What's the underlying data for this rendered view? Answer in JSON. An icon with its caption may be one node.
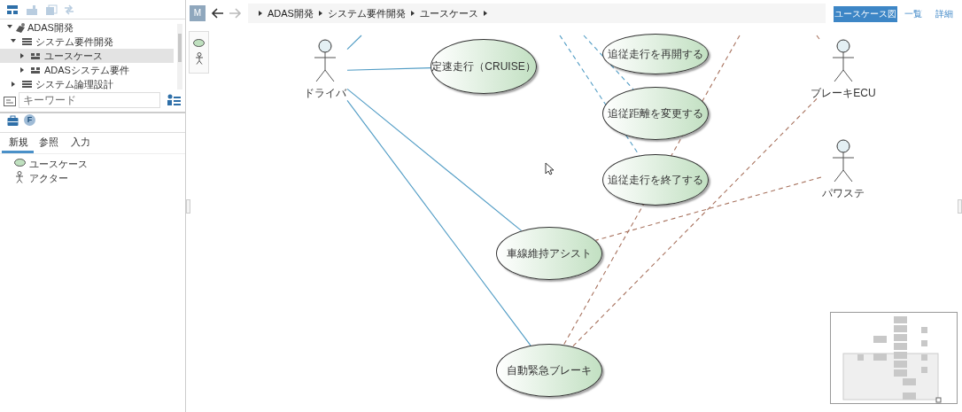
{
  "diagram": {
    "nodes": [
      {
        "text": [
          "ドライバ"
        ]
      },
      {
        "text": [
          "定速走行（CRUISE）"
        ]
      },
      {
        "text": [
          "追従走行を再開する"
        ]
      },
      {
        "text": [
          "追従距離を変更する"
        ]
      },
      {
        "text": [
          "追従走行を終了する"
        ]
      },
      {
        "text": [
          "車線維持アシスト"
        ]
      },
      {
        "text": [
          "自動緊急ブレーキ"
        ]
      },
      {
        "text": [
          "ブレーキECU"
        ]
      },
      {
        "text": [
          "パワステ"
        ]
      }
    ],
    "edges": [
      {
        "from": 0,
        "to": null,
        "arrow": "none"
      },
      {
        "from": 0,
        "to": 1,
        "arrow": "none"
      },
      {
        "from": 0,
        "to": 5,
        "arrow": "none"
      },
      {
        "from": 0,
        "to": 6,
        "arrow": "none"
      },
      {
        "from": null,
        "to": 4,
        "arrow": "none",
        "style": "dashed"
      },
      {
        "from": null,
        "to": 3,
        "arrow": "none",
        "style": "dashed"
      },
      {
        "from": null,
        "to": 6,
        "arrow": "none",
        "style": "dashed",
        "color": "#a8735f"
      },
      {
        "from": 7,
        "to": null,
        "arrow": "none",
        "style": "dashed",
        "color": "#a8735f"
      },
      {
        "from": 7,
        "to": 6,
        "arrow": "none",
        "style": "dashed",
        "color": "#a8735f"
      },
      {
        "from": 8,
        "to": 5,
        "arrow": "none",
        "style": "dashed",
        "color": "#a8735f"
      }
    ],
    "labels": [
      "ADAS開発",
      "システム要件開発",
      "ユースケース",
      "ADASシステム要件",
      "システム論理設計",
      "キーワード",
      "F",
      "新規",
      "参照",
      "入力",
      "ユースケース",
      "アクター",
      "M",
      "ADAS開発",
      "システム要件開発",
      "ユースケース",
      "ユースケース図",
      "一覧",
      "詳細"
    ]
  }
}
